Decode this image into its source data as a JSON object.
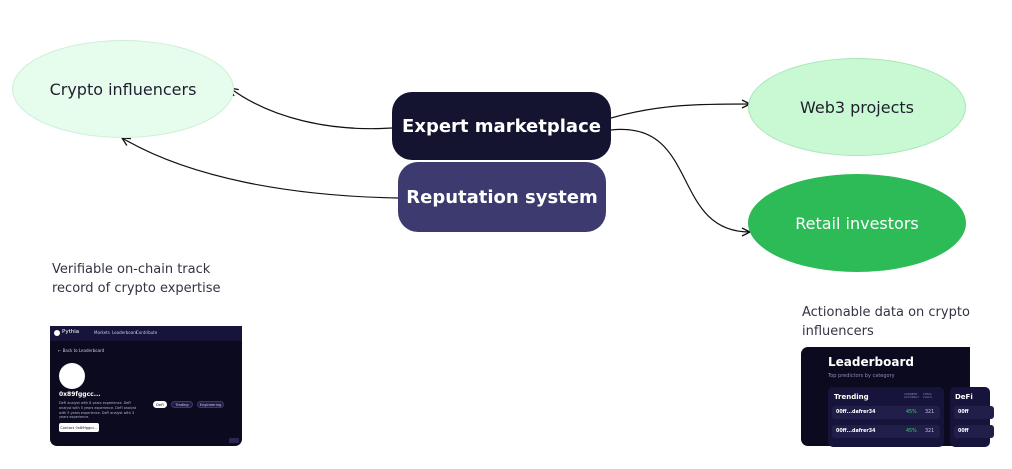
{
  "nodes": {
    "crypto_influencers": "Crypto influencers",
    "expert_marketplace": "Expert marketplace",
    "reputation_system": "Reputation system",
    "web3_projects": "Web3 projects",
    "retail_investors": "Retail investors"
  },
  "captions": {
    "left": "Verifiable on-chain track record of crypto expertise",
    "right": "Actionable data on crypto influencers"
  },
  "profile_shot": {
    "logo": "Pythia",
    "nav": [
      "Markets",
      "Leaderboard",
      "Contribute"
    ],
    "back": "← Back to Leaderboard",
    "handle": "0x89fggcc...",
    "bio": "DeFi analyst with 8 years experience. DeFi analyst with 5 years experience. DeFi analyst with 5 years experience. DeFi analyst with 3 years experience.",
    "contact": "Contact 0x89fggcc...",
    "tags": [
      "DeFi",
      "Trading",
      "Engineering"
    ]
  },
  "leaderboard_shot": {
    "title": "Leaderboard",
    "subtitle": "Top predictors by category",
    "card_title": "Trending",
    "col_headers": [
      "CURRENT ACCURACY",
      "TOTAL CALLS"
    ],
    "rows": [
      {
        "name": "00ff...dafrer34",
        "pct": "45%",
        "count": "321"
      },
      {
        "name": "00ff...dafrer34",
        "pct": "45%",
        "count": "321"
      }
    ],
    "card2_title": "DeFi",
    "card2_rows": [
      "00ff",
      "00ff"
    ]
  },
  "colors": {
    "dark_pill": "#141330",
    "purple_pill": "#3c3a6e",
    "light_green": "#e6fcec",
    "mint": "#c8f9d3",
    "green": "#2dbb58"
  }
}
